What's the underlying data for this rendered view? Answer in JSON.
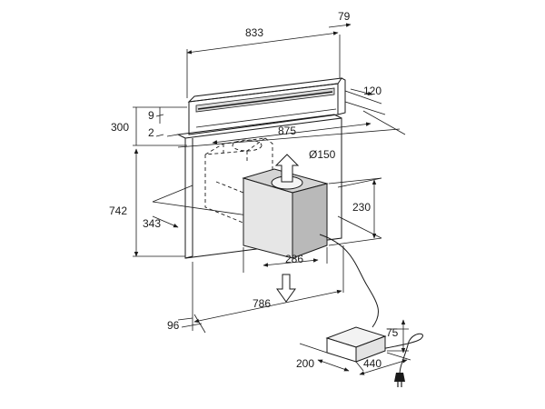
{
  "dimensions": {
    "top_width": "833",
    "top_depth": "79",
    "top_protrusion": "120",
    "front_offset": "9",
    "front_step": "2",
    "rise_height": "300",
    "mid_width": "875",
    "duct_diameter": "Ø150",
    "unit_height": "742",
    "unit_depth": "343",
    "motor_height": "230",
    "motor_width": "286",
    "base_width": "786",
    "base_depth": "96",
    "control_height": "75",
    "control_depth": "200",
    "control_width": "440"
  },
  "colors": {
    "line": "#1a1a1a",
    "motor_front": "#e6e6e6",
    "motor_side": "#b9b9b9",
    "motor_top": "#d4d4d4",
    "glass_band": "#d9d9d9",
    "control_box": "#f2f2f2"
  }
}
